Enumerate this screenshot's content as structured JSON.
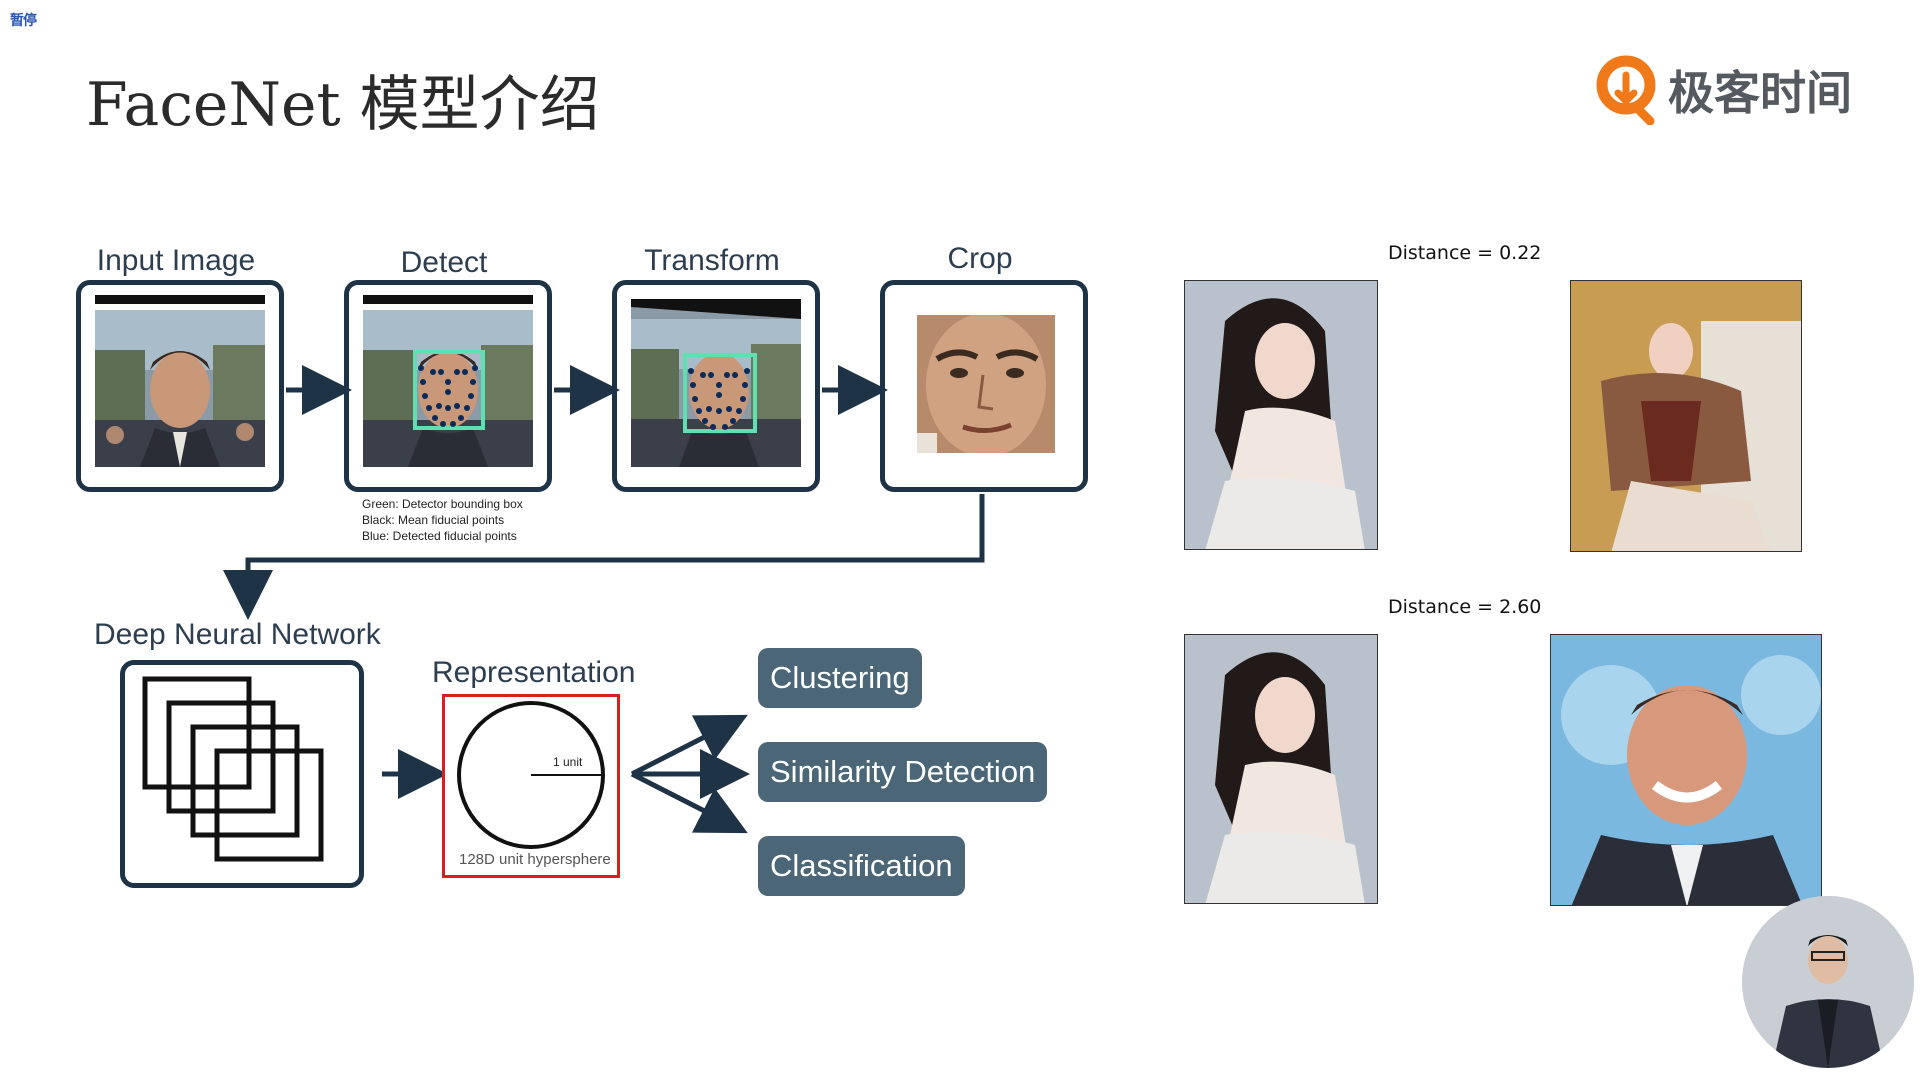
{
  "header": {
    "pause_badge": "暂停",
    "title": "FaceNet 模型介绍",
    "brand_name": "极客时间"
  },
  "pipeline": {
    "stages": [
      {
        "label": "Input Image"
      },
      {
        "label": "Detect"
      },
      {
        "label": "Transform"
      },
      {
        "label": "Crop"
      }
    ],
    "legend": [
      "Green: Detector bounding box",
      "Black: Mean fiducial points",
      "Blue: Detected fiducial points"
    ],
    "network_label": "Deep Neural Network",
    "representation_label": "Representation",
    "unit_label": "1 unit",
    "hypersphere_label": "128D unit hypersphere"
  },
  "applications": [
    {
      "label": "Clustering"
    },
    {
      "label": "Similarity Detection"
    },
    {
      "label": "Classification"
    }
  ],
  "comparisons": [
    {
      "label": "Distance = 0.22"
    },
    {
      "label": "Distance = 2.60"
    }
  ],
  "colors": {
    "box_stroke": "#1f3347",
    "button_fill": "#4a6677",
    "representation_border": "#d62020",
    "detector_box": "#5fe0b0",
    "fiducial_points": "#0a2a5a",
    "brand_orange": "#f07a1a"
  }
}
